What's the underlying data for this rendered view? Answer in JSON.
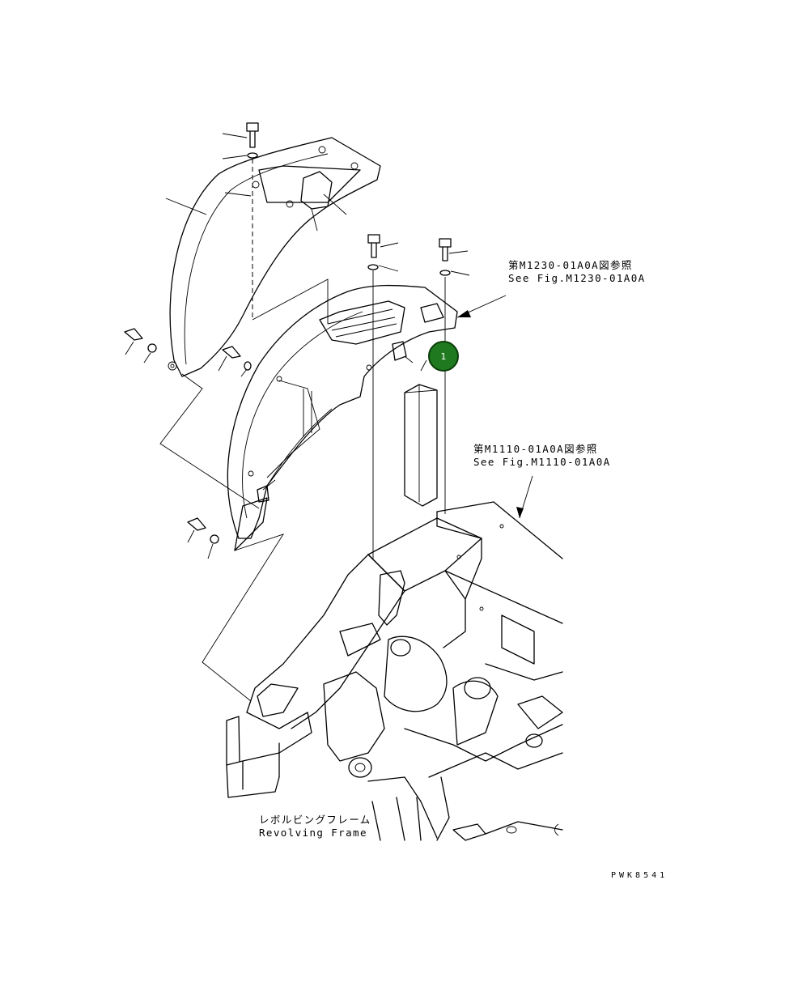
{
  "references": {
    "upper_jp": "第M1230-01A0A図参照",
    "upper_en": "See Fig.M1230-01A0A",
    "lower_jp": "第M1110-01A0A図参照",
    "lower_en": "See Fig.M1110-01A0A"
  },
  "frame": {
    "label_jp": "レボルビングフレーム",
    "label_en": "Revolving Frame"
  },
  "callout": {
    "number": "1",
    "color": "#1f7a1f"
  },
  "drawing_code": "PWK8541"
}
